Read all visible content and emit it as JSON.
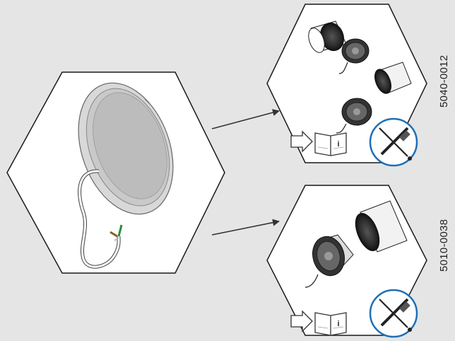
{
  "colors": {
    "background": "#e5e5e5",
    "hexagon_fill": "#ffffff",
    "outline": "#1a1a1a",
    "tool_circle": "#1f6fb5",
    "wire_green": "#2e8b3a",
    "wire_brown": "#8b5a2b"
  },
  "icons": {
    "manual": "open-book-info-icon",
    "arrow": "outline-arrow-right-icon",
    "tools": "screwdriver-wrench-icon"
  },
  "manual_icon_text": "i",
  "kits": [
    {
      "part_number": "5040-0012"
    },
    {
      "part_number": "5010-0038"
    }
  ]
}
